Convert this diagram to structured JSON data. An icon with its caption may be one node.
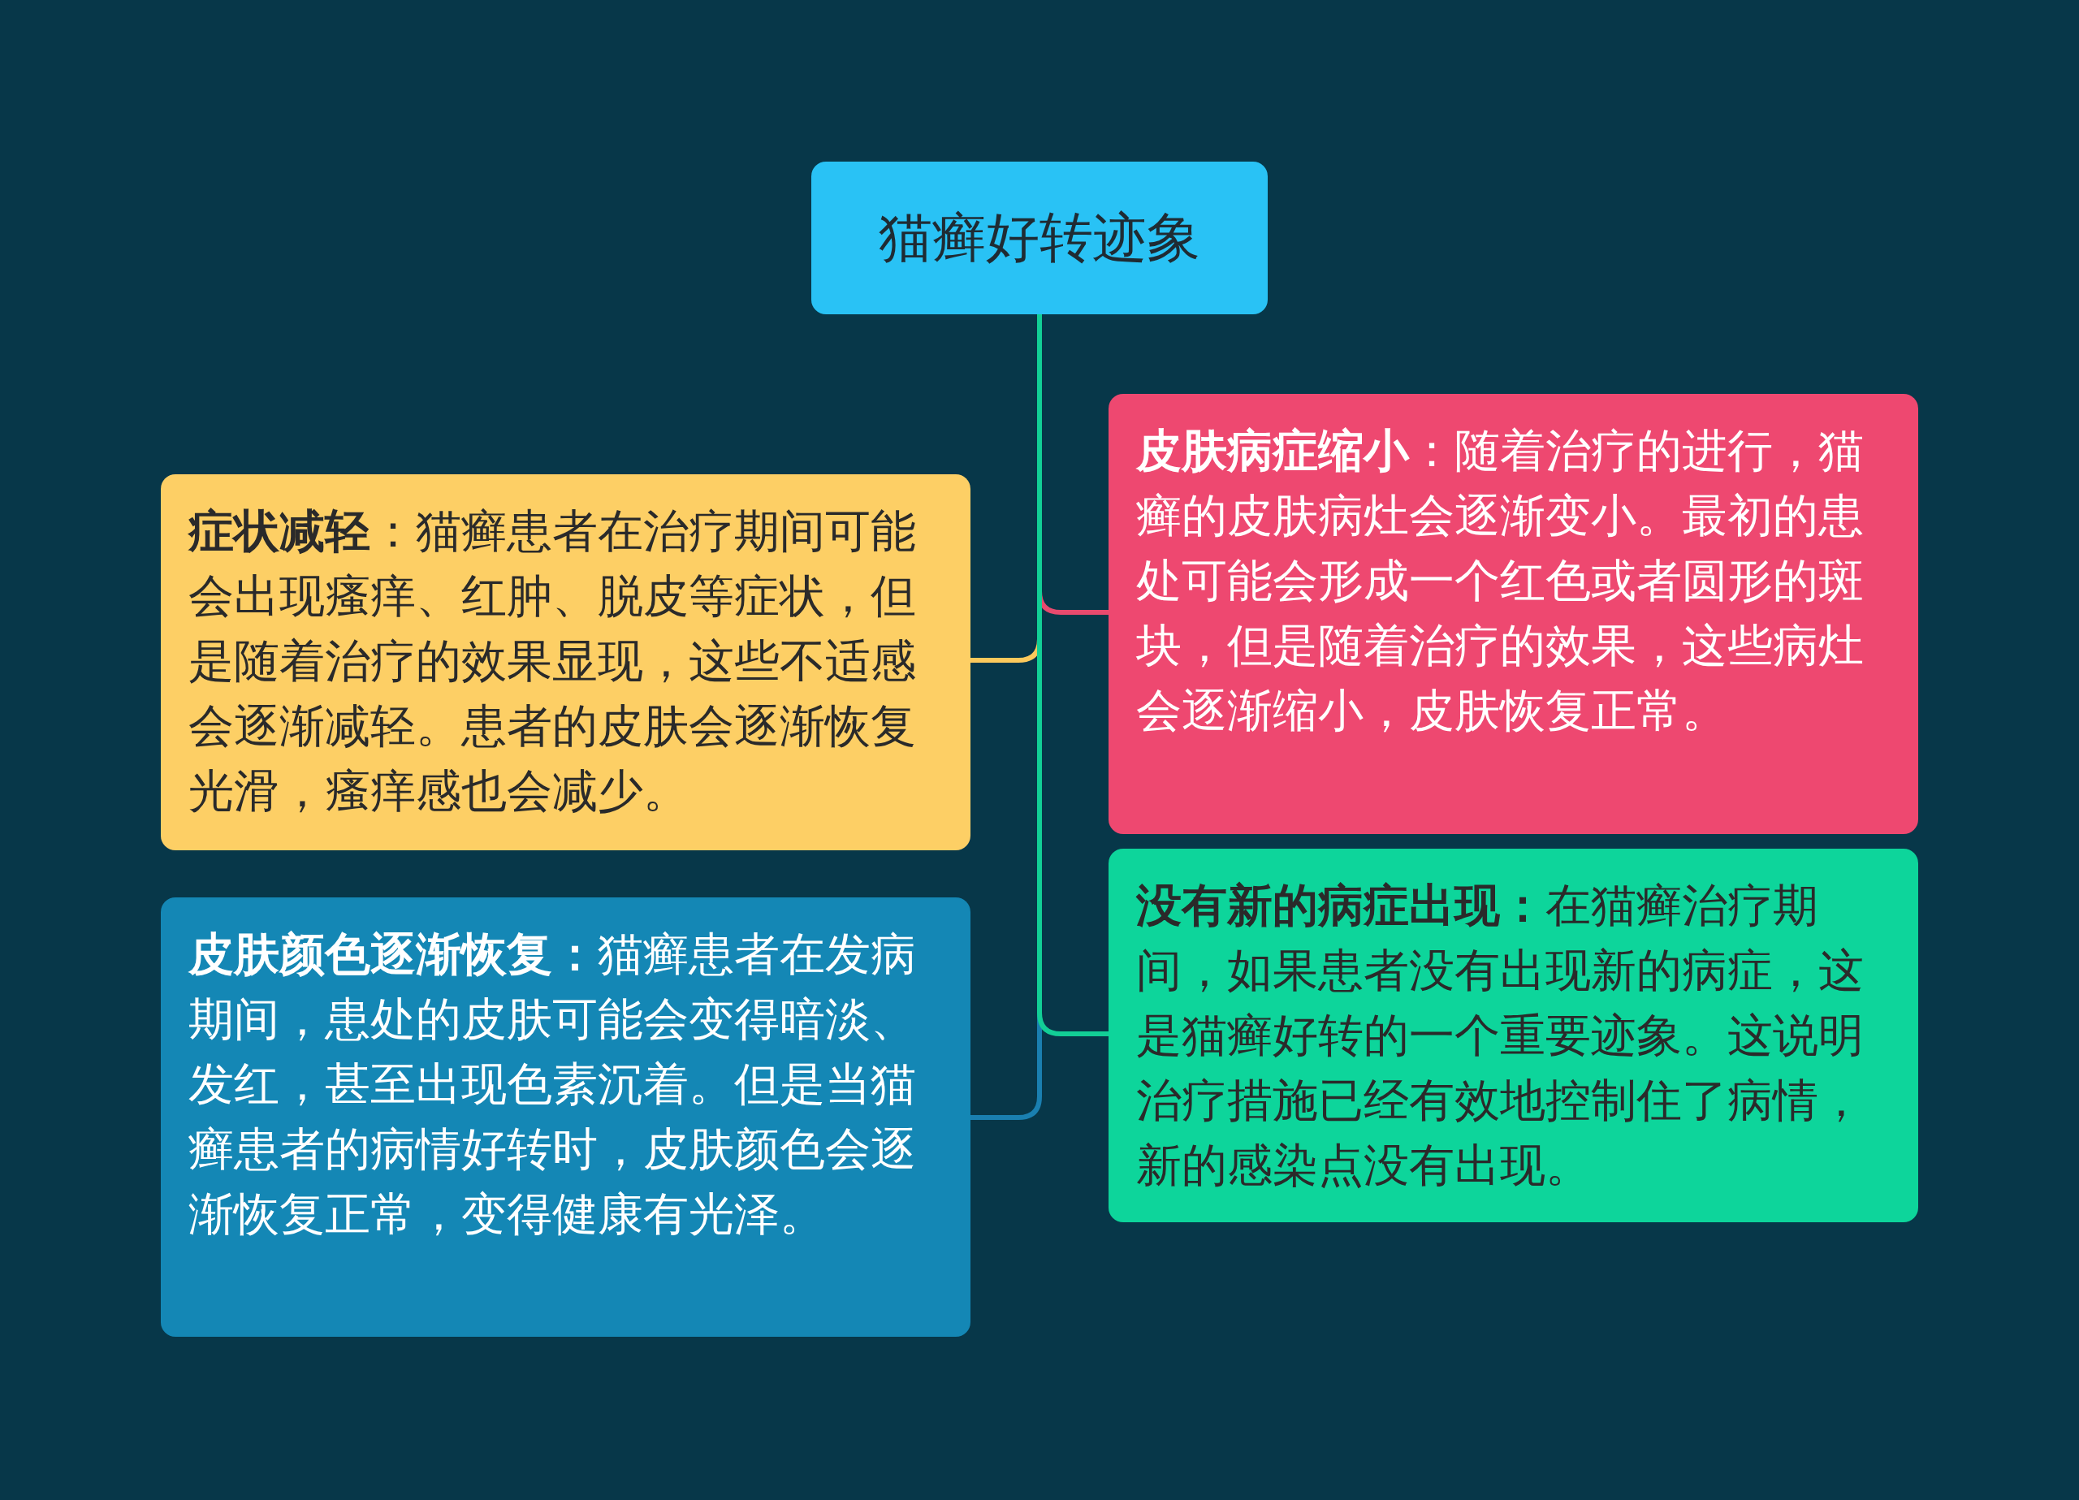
{
  "diagram": {
    "nodes": [
      {
        "text": [
          "猫癣好转迹象"
        ]
      },
      {
        "text": [
          "**症状减轻**：猫癣患者在治疗期间可能会出现瘙痒、红肿、脱皮等症状，但是随着治疗的效果显现，这些不适感会逐渐减轻。患者的皮肤会逐渐恢复光滑，瘙痒感也会减少。"
        ]
      },
      {
        "text": [
          "**皮肤颜色逐渐恢复：**猫癣患者在发病期间，患处的皮肤可能会变得暗淡、发红，甚至出现色素沉着。但是当猫癣患者的病情好转时，皮肤颜色会逐渐恢复正常，变得健康有光泽。"
        ]
      },
      {
        "text": [
          "**皮肤病症缩小**：随着治疗的进行，猫癣的皮肤病灶会逐渐变小。最初的患处可能会形成一个红色或者圆形的斑块，但是随着治疗的效果，这些病灶会逐渐缩小，皮肤恢复正常。"
        ]
      },
      {
        "text": [
          "**没有新的病症出现：**在猫癣治疗期间，如果患者没有出现新的病症，这是猫癣好转的一个重要迹象。这说明治疗措施已经有效地控制住了病情，新的感染点没有出现。"
        ]
      }
    ],
    "edges": [
      {
        "from": 0,
        "to": 1,
        "arrow": "none",
        "color": "#fbc95c"
      },
      {
        "from": 0,
        "to": 2,
        "arrow": "none",
        "color": "#1a7fb0"
      },
      {
        "from": 0,
        "to": 3,
        "arrow": "none",
        "color": "#e84a6e"
      },
      {
        "from": 0,
        "to": 4,
        "arrow": "none",
        "color": "#12cf96"
      }
    ]
  }
}
